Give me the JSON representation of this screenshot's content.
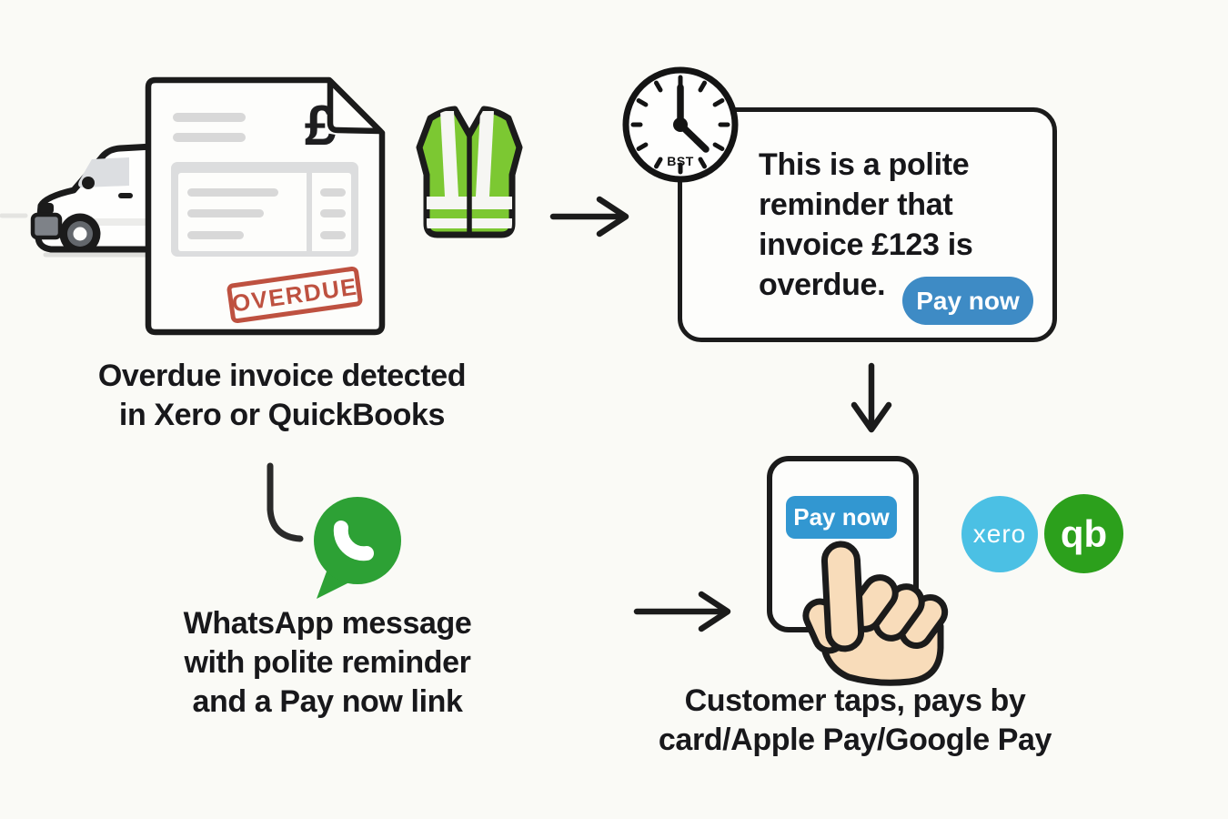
{
  "step1": {
    "caption": "Overdue invoice detected\nin Xero or QuickBooks",
    "invoice": {
      "currency_symbol": "£",
      "stamp_label": "OVERDUE"
    }
  },
  "message_bubble": {
    "text": "This is a polite\nreminder that\ninvoice £123 is\noverdue.",
    "pay_button_label": "Pay now",
    "clock_timezone": "BST"
  },
  "whatsapp_step": {
    "caption": "WhatsApp message\nwith polite reminder\nand a Pay now link"
  },
  "payment_step": {
    "phone_button_label": "Pay now",
    "caption": "Customer taps, pays by\ncard/Apple Pay/Google Pay",
    "logos": {
      "xero": "xero",
      "quickbooks": "qb"
    }
  },
  "colors": {
    "background": "#FAFAF6",
    "ink": "#1B1B1B",
    "stamp_red": "#BE5140",
    "vest_green": "#7CC832",
    "whatsapp_green": "#2DA135",
    "xero_blue": "#4BC0E4",
    "quickbooks_green": "#2CA01C",
    "pay_button_blue_bubble": "#3E8BC5",
    "pay_button_blue_phone": "#3297D1",
    "hand_skin": "#F8DCBA"
  }
}
